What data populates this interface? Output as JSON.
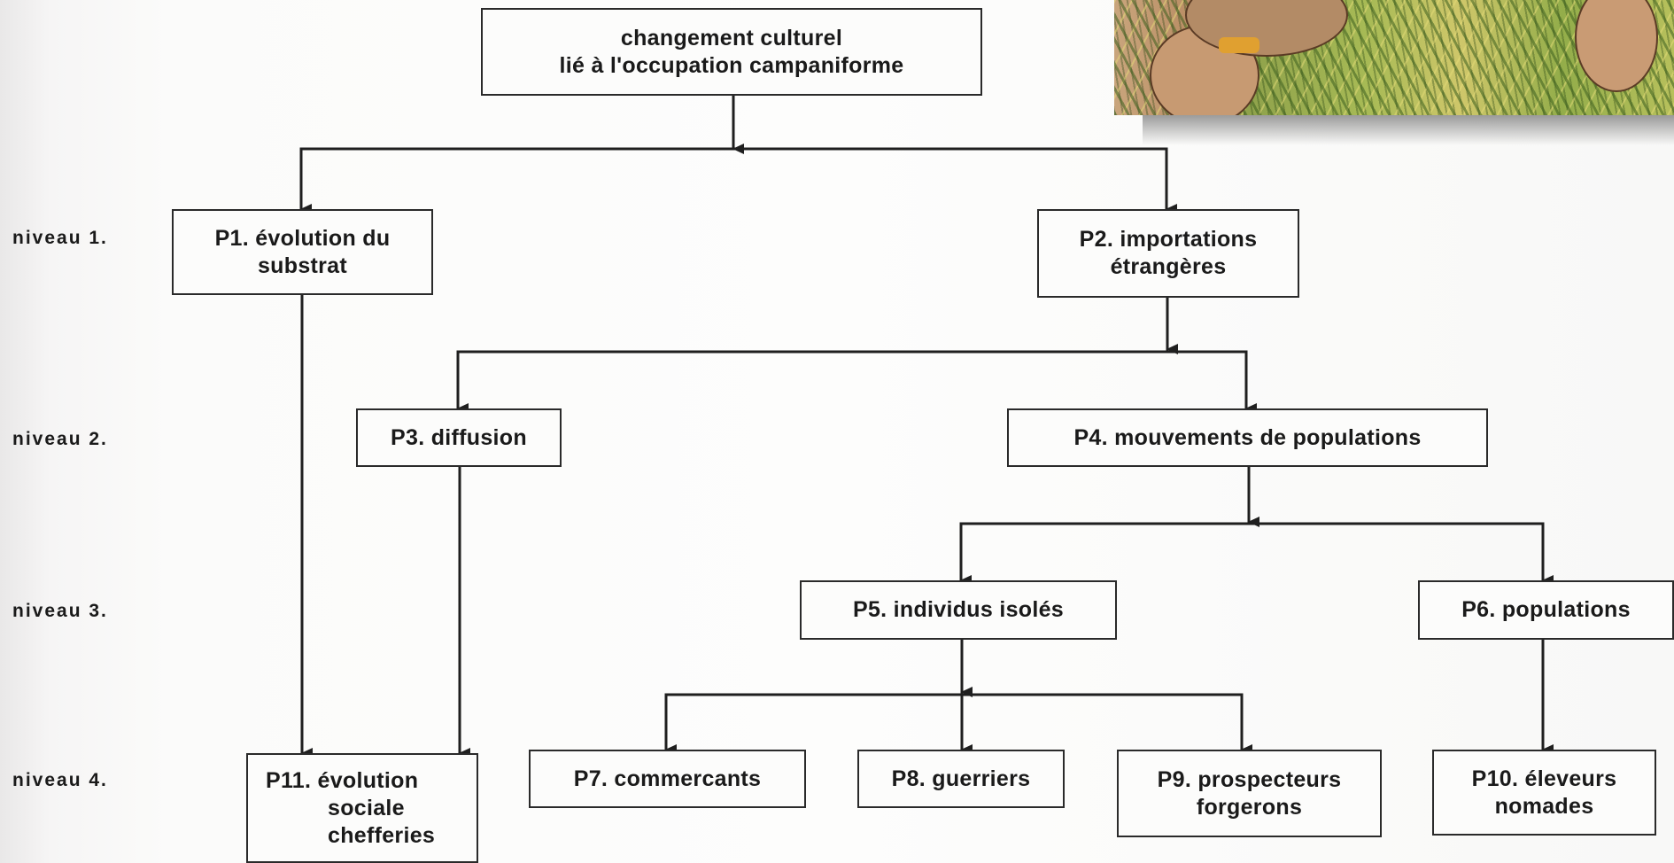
{
  "levels": [
    "niveau  1.",
    "niveau  2.",
    "niveau  3.",
    "niveau  4."
  ],
  "nodes": {
    "root": [
      "changement  culturel",
      "lié  à  l'occupation  campaniforme"
    ],
    "p1": [
      "P1. évolution  du",
      "substrat"
    ],
    "p2": [
      "P2. importations",
      "étrangères"
    ],
    "p3": [
      "P3. diffusion"
    ],
    "p4": [
      "P4. mouvements  de  populations"
    ],
    "p5": [
      "P5.   individus  isolés"
    ],
    "p6": [
      "P6.  populations"
    ],
    "p7": [
      "P7.  commercants"
    ],
    "p8": [
      "P8.  guerriers"
    ],
    "p9": [
      "P9.  prospecteurs",
      "forgerons"
    ],
    "p10": [
      "P10. éleveurs",
      "nomades"
    ],
    "p11": [
      "P11.  évolution",
      "sociale",
      "chefferies"
    ]
  },
  "edges": [
    [
      "root",
      "p1"
    ],
    [
      "root",
      "p2"
    ],
    [
      "p1",
      "p11"
    ],
    [
      "p2",
      "p3"
    ],
    [
      "p2",
      "p4"
    ],
    [
      "p3",
      "p11"
    ],
    [
      "p4",
      "p5"
    ],
    [
      "p4",
      "p6"
    ],
    [
      "p5",
      "p7"
    ],
    [
      "p5",
      "p8"
    ],
    [
      "p5",
      "p9"
    ],
    [
      "p6",
      "p10"
    ]
  ],
  "colors": {
    "ink": "#1f1f1f",
    "box_fill": "#fcfcfb"
  },
  "photo_inset": "illustration-photo"
}
